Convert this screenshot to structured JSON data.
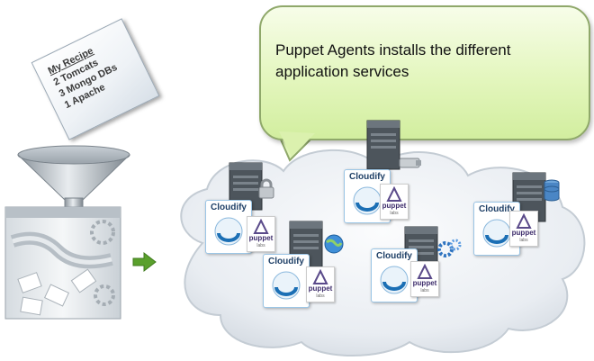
{
  "bubble": {
    "line1": "Puppet Agents installs the different",
    "line2": "application services"
  },
  "recipe": {
    "title": "My Recipe",
    "items": [
      "2 Tomcats",
      "3 Mongo DBs",
      "1 Apache"
    ]
  },
  "nodes": [
    {
      "cloudify_label": "Cloudify",
      "puppet_label": "puppet",
      "puppet_sub": "labs",
      "badge": "lock-icon"
    },
    {
      "cloudify_label": "Cloudify",
      "puppet_label": "puppet",
      "puppet_sub": "labs",
      "badge": "connector-icon"
    },
    {
      "cloudify_label": "Cloudify",
      "puppet_label": "puppet",
      "puppet_sub": "labs",
      "badge": "globe-icon"
    },
    {
      "cloudify_label": "Cloudify",
      "puppet_label": "puppet",
      "puppet_sub": "labs",
      "badge": "gears-icon"
    },
    {
      "cloudify_label": "Cloudify",
      "puppet_label": "puppet",
      "puppet_sub": "labs",
      "badge": "database-icon"
    }
  ],
  "colors": {
    "bubble_fill": "#e3f6bd",
    "bubble_border": "#8fa86a",
    "arrow": "#5aa02c",
    "cloud": "#e9edf2",
    "cloudify_text": "#1e3f66",
    "puppet_text": "#3d2c6b"
  }
}
